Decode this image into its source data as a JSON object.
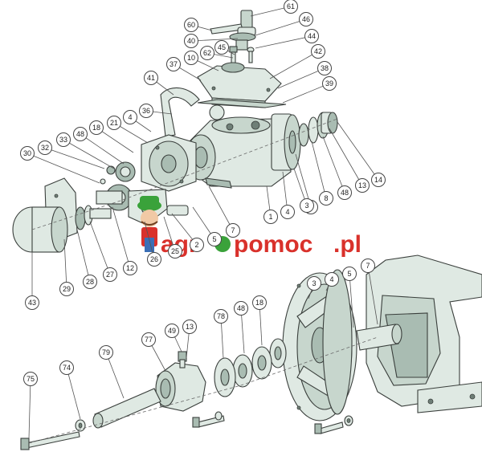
{
  "watermark": {
    "text_part1": "agr",
    "text_part2": "pomoc",
    "text_part3": ".pl",
    "brand_color": "#d9312b",
    "accent_color": "#3aa23a",
    "mascot_icon": "farmer-mascot-icon"
  },
  "callouts": [
    {
      "label": "61"
    },
    {
      "label": "60"
    },
    {
      "label": "46"
    },
    {
      "label": "40"
    },
    {
      "label": "44"
    },
    {
      "label": "10"
    },
    {
      "label": "62"
    },
    {
      "label": "45"
    },
    {
      "label": "42"
    },
    {
      "label": "37"
    },
    {
      "label": "38"
    },
    {
      "label": "41"
    },
    {
      "label": "39"
    },
    {
      "label": "36"
    },
    {
      "label": "4"
    },
    {
      "label": "21"
    },
    {
      "label": "18"
    },
    {
      "label": "48"
    },
    {
      "label": "33"
    },
    {
      "label": "32"
    },
    {
      "label": "30"
    },
    {
      "label": "3"
    },
    {
      "label": "8"
    },
    {
      "label": "48"
    },
    {
      "label": "13"
    },
    {
      "label": "14"
    },
    {
      "label": "1"
    },
    {
      "label": "4"
    },
    {
      "label": "3"
    },
    {
      "label": "7"
    },
    {
      "label": "5"
    },
    {
      "label": "2"
    },
    {
      "label": "25"
    },
    {
      "label": "26"
    },
    {
      "label": "12"
    },
    {
      "label": "27"
    },
    {
      "label": "28"
    },
    {
      "label": "29"
    },
    {
      "label": "43"
    },
    {
      "label": "3"
    },
    {
      "label": "4"
    },
    {
      "label": "5"
    },
    {
      "label": "7"
    },
    {
      "label": "48"
    },
    {
      "label": "18"
    },
    {
      "label": "78"
    },
    {
      "label": "49"
    },
    {
      "label": "13"
    },
    {
      "label": "77"
    },
    {
      "label": "79"
    },
    {
      "label": "74"
    },
    {
      "label": "75"
    }
  ]
}
